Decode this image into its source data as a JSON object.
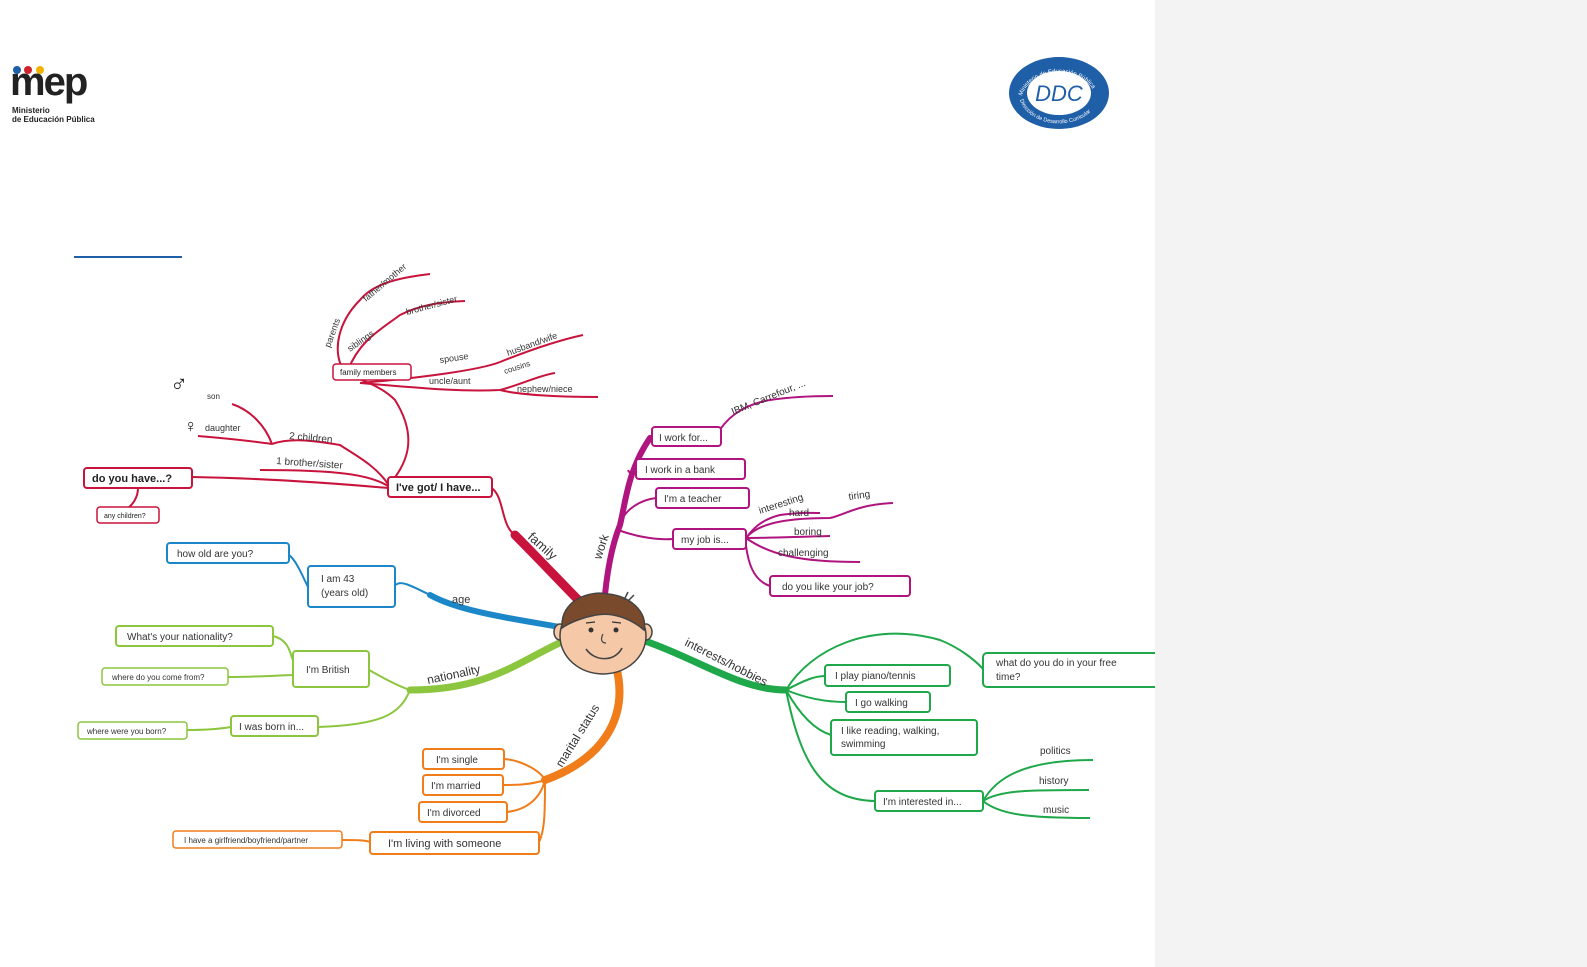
{
  "header": {
    "mep_wordmark": "mep",
    "mep_line1": "Ministerio",
    "mep_line2": "de Educación Pública",
    "seal_top_text": "Ministerio de Educación Pública",
    "seal_bottom_text": "Dirección de Desarrollo Curricular",
    "seal_monogram": "DDC"
  },
  "colors": {
    "family": "#c8143c",
    "work": "#b0147f",
    "age": "#1b87c9",
    "nationality": "#8cc63f",
    "marital": "#f07c1a",
    "interests": "#1fa84a",
    "seal": "#1f5fa8",
    "side_panel": "#f3f3f3"
  },
  "mindmap": {
    "branches": {
      "family": "family",
      "work": "work",
      "age": "age",
      "nationality": "nationality",
      "marital": "marital status",
      "interests": "interests/hobbies"
    },
    "family": {
      "ive_got": "I've got/ I have...",
      "do_you_have": "do you have...?",
      "any_children": "any children?",
      "family_members": "family members",
      "parents": "parents",
      "father_mother": "father/mother",
      "siblings": "siblings",
      "brother_sister": "brother/sister",
      "spouse": "spouse",
      "husband_wife": "husband/wife",
      "uncle_aunt": "uncle/aunt",
      "cousins": "cousins",
      "nephew_niece": "nephew/niece",
      "two_children": "2 children",
      "son": "son",
      "daughter": "daughter",
      "one_brother": "1 brother/sister",
      "male_symbol": "♂",
      "female_symbol": "♀"
    },
    "work": {
      "work_for": "I work for...",
      "companies": "IBM, Carrefour, ...",
      "bank": "I work in a bank",
      "teacher": "I'm a teacher",
      "job_is": "my job is...",
      "interesting": "interesting",
      "tiring": "tiring",
      "hard": "hard",
      "boring": "boring",
      "challenging": "challenging",
      "like_job": "do you like your job?"
    },
    "age": {
      "how_old": "how old are you?",
      "i_am_line1": "I am 43",
      "i_am_line2": "(years old)"
    },
    "nationality": {
      "whats_nationality": "What's your nationality?",
      "where_from": "where do you come from?",
      "british": "I'm British",
      "born_in": "I was born in...",
      "where_born": "where were you born?"
    },
    "marital": {
      "single": "I'm single",
      "married": "I'm married",
      "divorced": "I'm divorced",
      "living_with": "I'm living with someone",
      "partner": "I have a girlfriend/boyfriend/partner"
    },
    "interests": {
      "piano": "I play piano/tennis",
      "walking": "I go walking",
      "reading_line1": "I like reading, walking,",
      "reading_line2": "swimming",
      "interested_in": "I'm interested in...",
      "politics": "politics",
      "history": "history",
      "music": "music",
      "free_time_line1": "what do you do in your free",
      "free_time_line2": "time?"
    }
  }
}
